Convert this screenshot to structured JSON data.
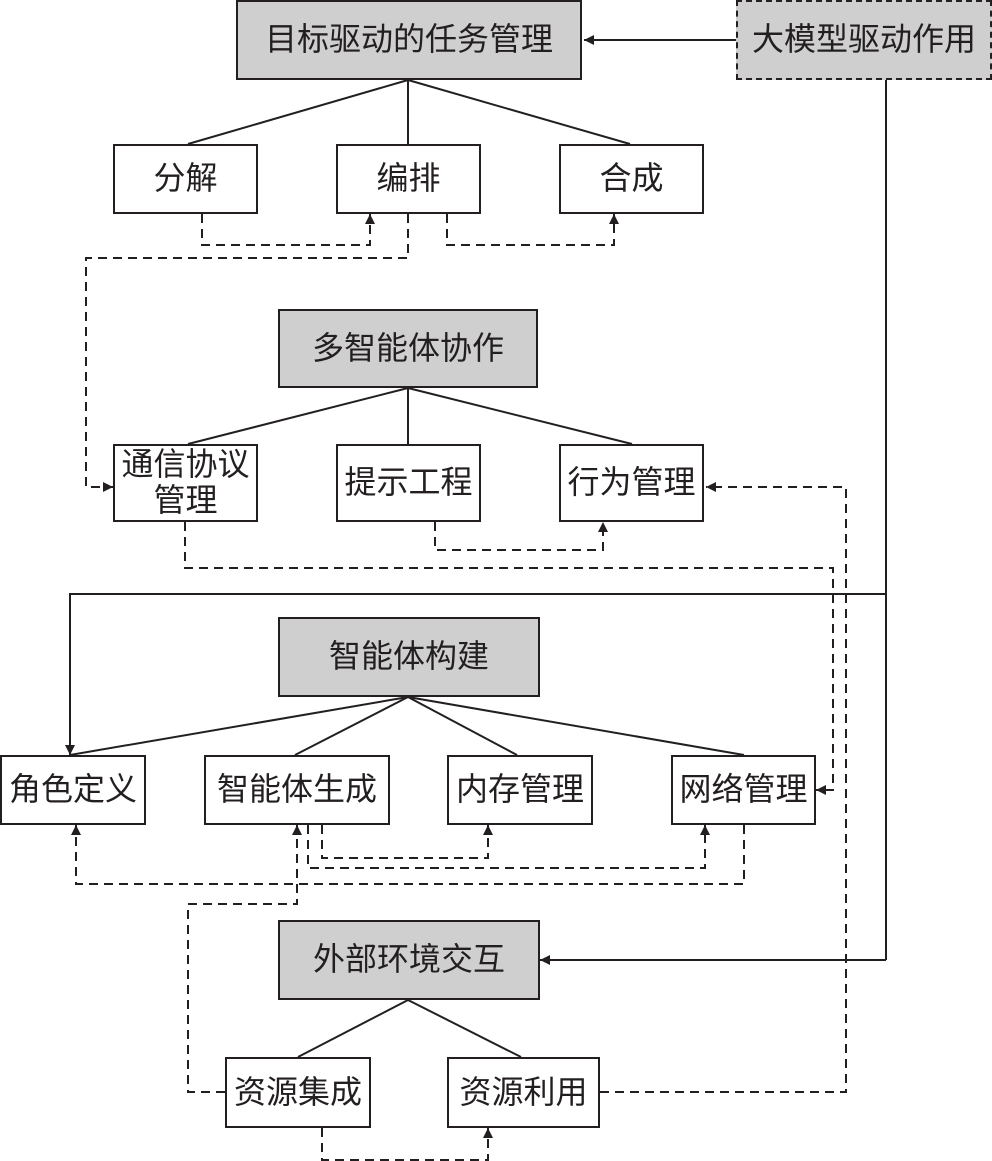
{
  "colors": {
    "line": "#231f20",
    "header_fill": "#cfcfcf",
    "box_fill": "#ffffff"
  },
  "llm": {
    "label": "大模型驱动作用"
  },
  "goal": {
    "title": "目标驱动的任务管理",
    "children": [
      "分解",
      "编排",
      "合成"
    ]
  },
  "multi": {
    "title": "多智能体协作",
    "comm": [
      "通信协议",
      "管理"
    ],
    "children": [
      "提示工程",
      "行为管理"
    ]
  },
  "build": {
    "title": "智能体构建",
    "children": [
      "角色定义",
      "智能体生成",
      "内存管理",
      "网络管理"
    ]
  },
  "env": {
    "title": "外部环境交互",
    "children": [
      "资源集成",
      "资源利用"
    ]
  }
}
